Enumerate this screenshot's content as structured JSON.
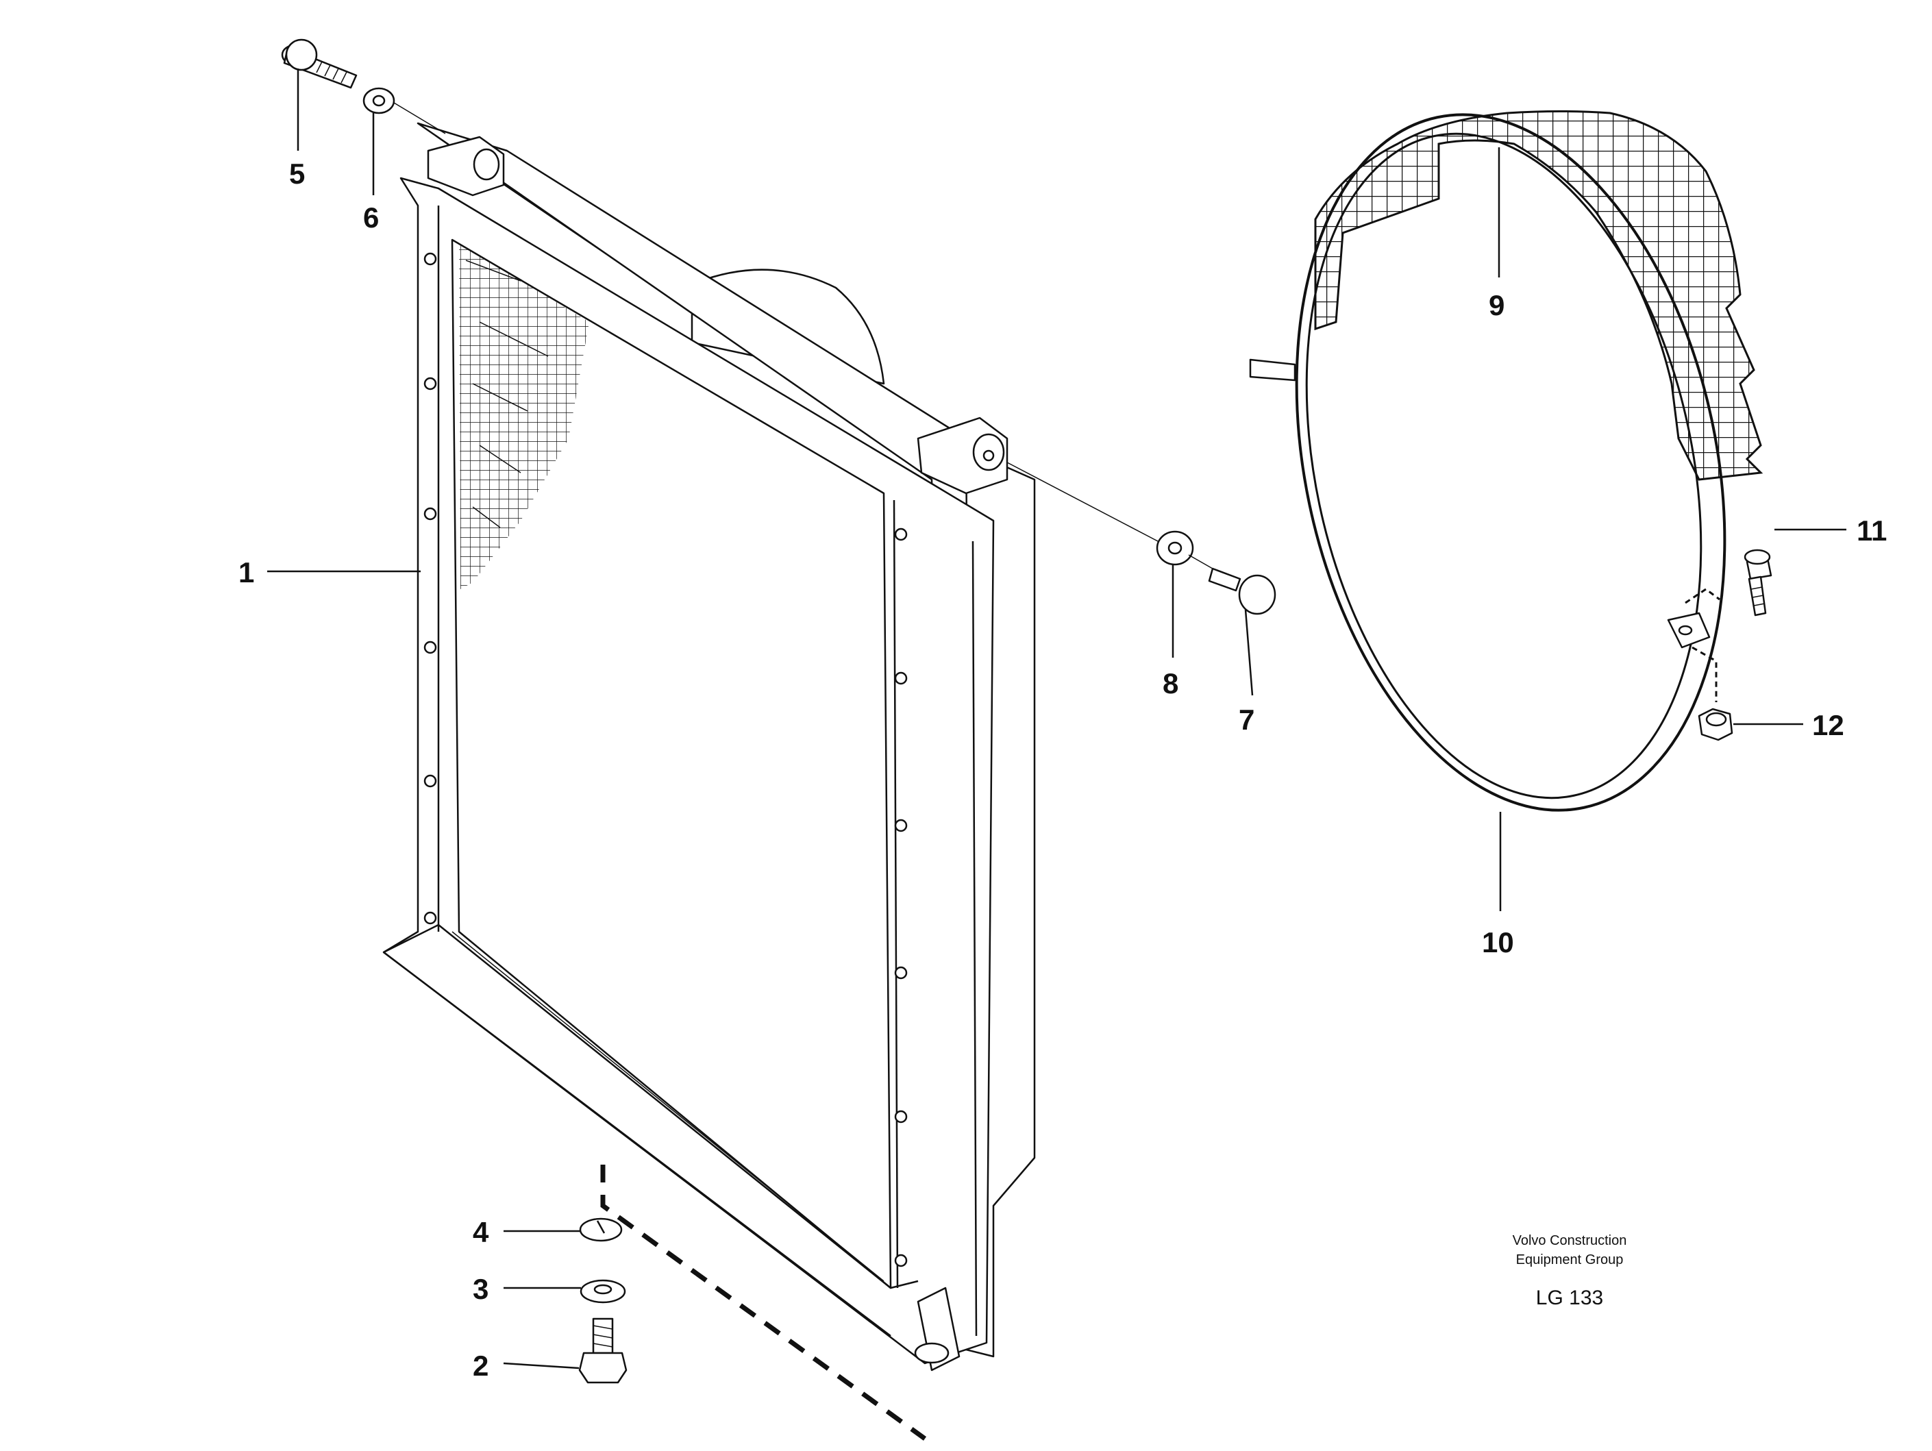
{
  "callouts": [
    {
      "id": "1",
      "text": "1"
    },
    {
      "id": "2",
      "text": "2"
    },
    {
      "id": "3",
      "text": "3"
    },
    {
      "id": "4",
      "text": "4"
    },
    {
      "id": "5",
      "text": "5"
    },
    {
      "id": "6",
      "text": "6"
    },
    {
      "id": "7",
      "text": "7"
    },
    {
      "id": "8",
      "text": "8"
    },
    {
      "id": "9",
      "text": "9"
    },
    {
      "id": "10",
      "text": "10"
    },
    {
      "id": "11",
      "text": "11"
    },
    {
      "id": "12",
      "text": "12"
    }
  ],
  "publisher": {
    "line1": "Volvo Construction",
    "line2": "Equipment Group",
    "code": "LG 133"
  }
}
